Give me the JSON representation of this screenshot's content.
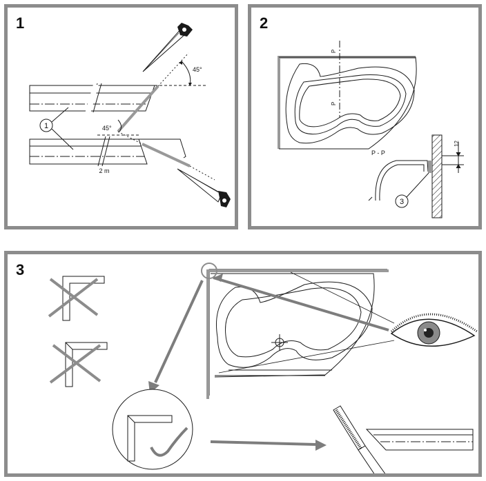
{
  "panels": [
    {
      "number": "1"
    },
    {
      "number": "2"
    },
    {
      "number": "3"
    }
  ],
  "panel1": {
    "callout": "1",
    "angle_top": "45°",
    "angle_bottom": "45°",
    "length": "2 m"
  },
  "panel2": {
    "section_top": "P",
    "section_bottom": "P",
    "section_label": "P - P",
    "callout": "3",
    "dimension": "12"
  },
  "colors": {
    "frame": "#8c8c8c",
    "line": "#1a1a1a",
    "highlight": "#8c8c8c"
  },
  "icons": [
    "saw-icon",
    "eye-icon",
    "file-tool-icon",
    "crossed-corner-icon",
    "corner-detail-icon"
  ]
}
